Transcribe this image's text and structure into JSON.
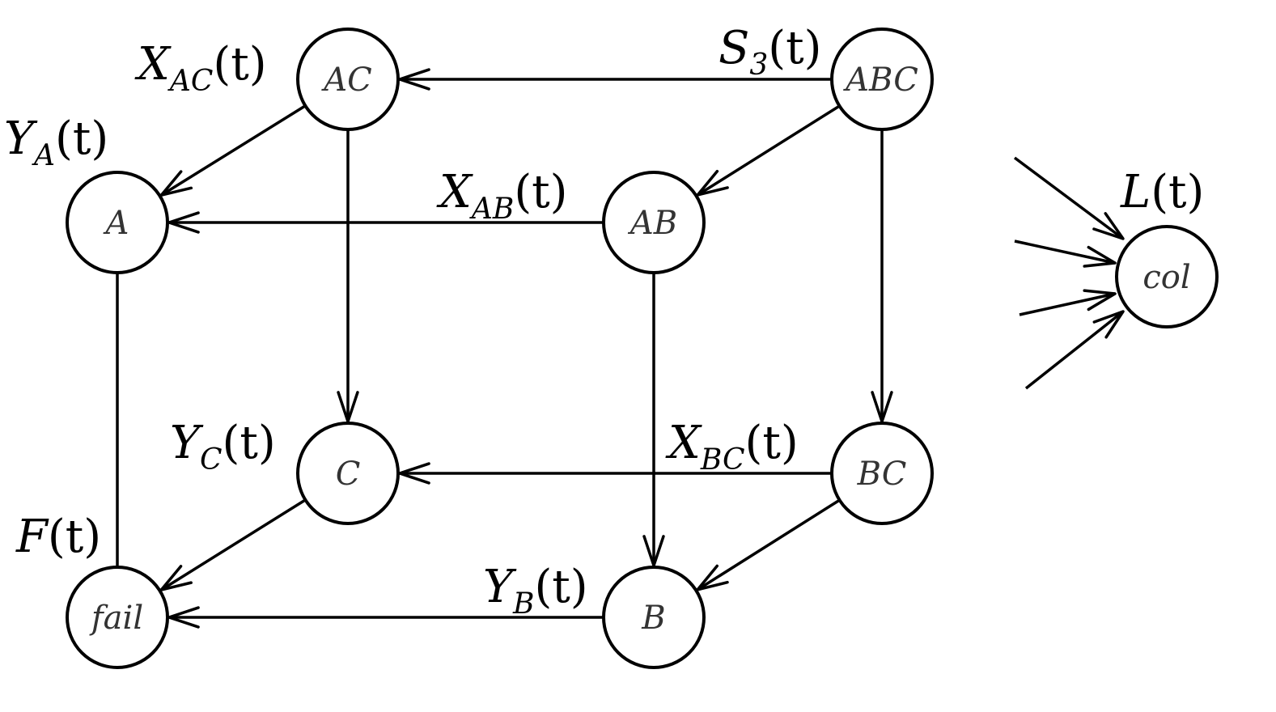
{
  "diagram": {
    "nodes": [
      {
        "id": "AC",
        "text": "AC",
        "label_main": "X",
        "label_sub": "AC",
        "label_arg": "(t)"
      },
      {
        "id": "ABC",
        "text": "ABC",
        "label_main": "S",
        "label_sub": "3",
        "label_arg": "(t)"
      },
      {
        "id": "A",
        "text": "A",
        "label_main": "Y",
        "label_sub": "A",
        "label_arg": "(t)"
      },
      {
        "id": "AB",
        "text": "AB",
        "label_main": "X",
        "label_sub": "AB",
        "label_arg": "(t)"
      },
      {
        "id": "C",
        "text": "C",
        "label_main": "Y",
        "label_sub": "C",
        "label_arg": "(t)"
      },
      {
        "id": "BC",
        "text": "BC",
        "label_main": "X",
        "label_sub": "BC",
        "label_arg": "(t)"
      },
      {
        "id": "fail",
        "text": "fail",
        "label_main": "F",
        "label_sub": "",
        "label_arg": "(t)"
      },
      {
        "id": "B",
        "text": "B",
        "label_main": "Y",
        "label_sub": "B",
        "label_arg": "(t)"
      },
      {
        "id": "col",
        "text": "col",
        "label_main": "L",
        "label_sub": "",
        "label_arg": "(t)"
      }
    ],
    "edges": [
      {
        "from": "ABC",
        "to": "AC",
        "directed": true
      },
      {
        "from": "ABC",
        "to": "AB",
        "directed": true
      },
      {
        "from": "ABC",
        "to": "BC",
        "directed": true
      },
      {
        "from": "AC",
        "to": "A",
        "directed": true
      },
      {
        "from": "AC",
        "to": "C",
        "directed": true
      },
      {
        "from": "AB",
        "to": "A",
        "directed": true
      },
      {
        "from": "AB",
        "to": "B",
        "directed": true
      },
      {
        "from": "BC",
        "to": "C",
        "directed": true
      },
      {
        "from": "BC",
        "to": "B",
        "directed": true
      },
      {
        "from": "C",
        "to": "fail",
        "directed": true
      },
      {
        "from": "B",
        "to": "fail",
        "directed": true
      },
      {
        "from": "A",
        "to": "fail",
        "directed": false
      }
    ],
    "incoming_to_col_count": 4
  }
}
